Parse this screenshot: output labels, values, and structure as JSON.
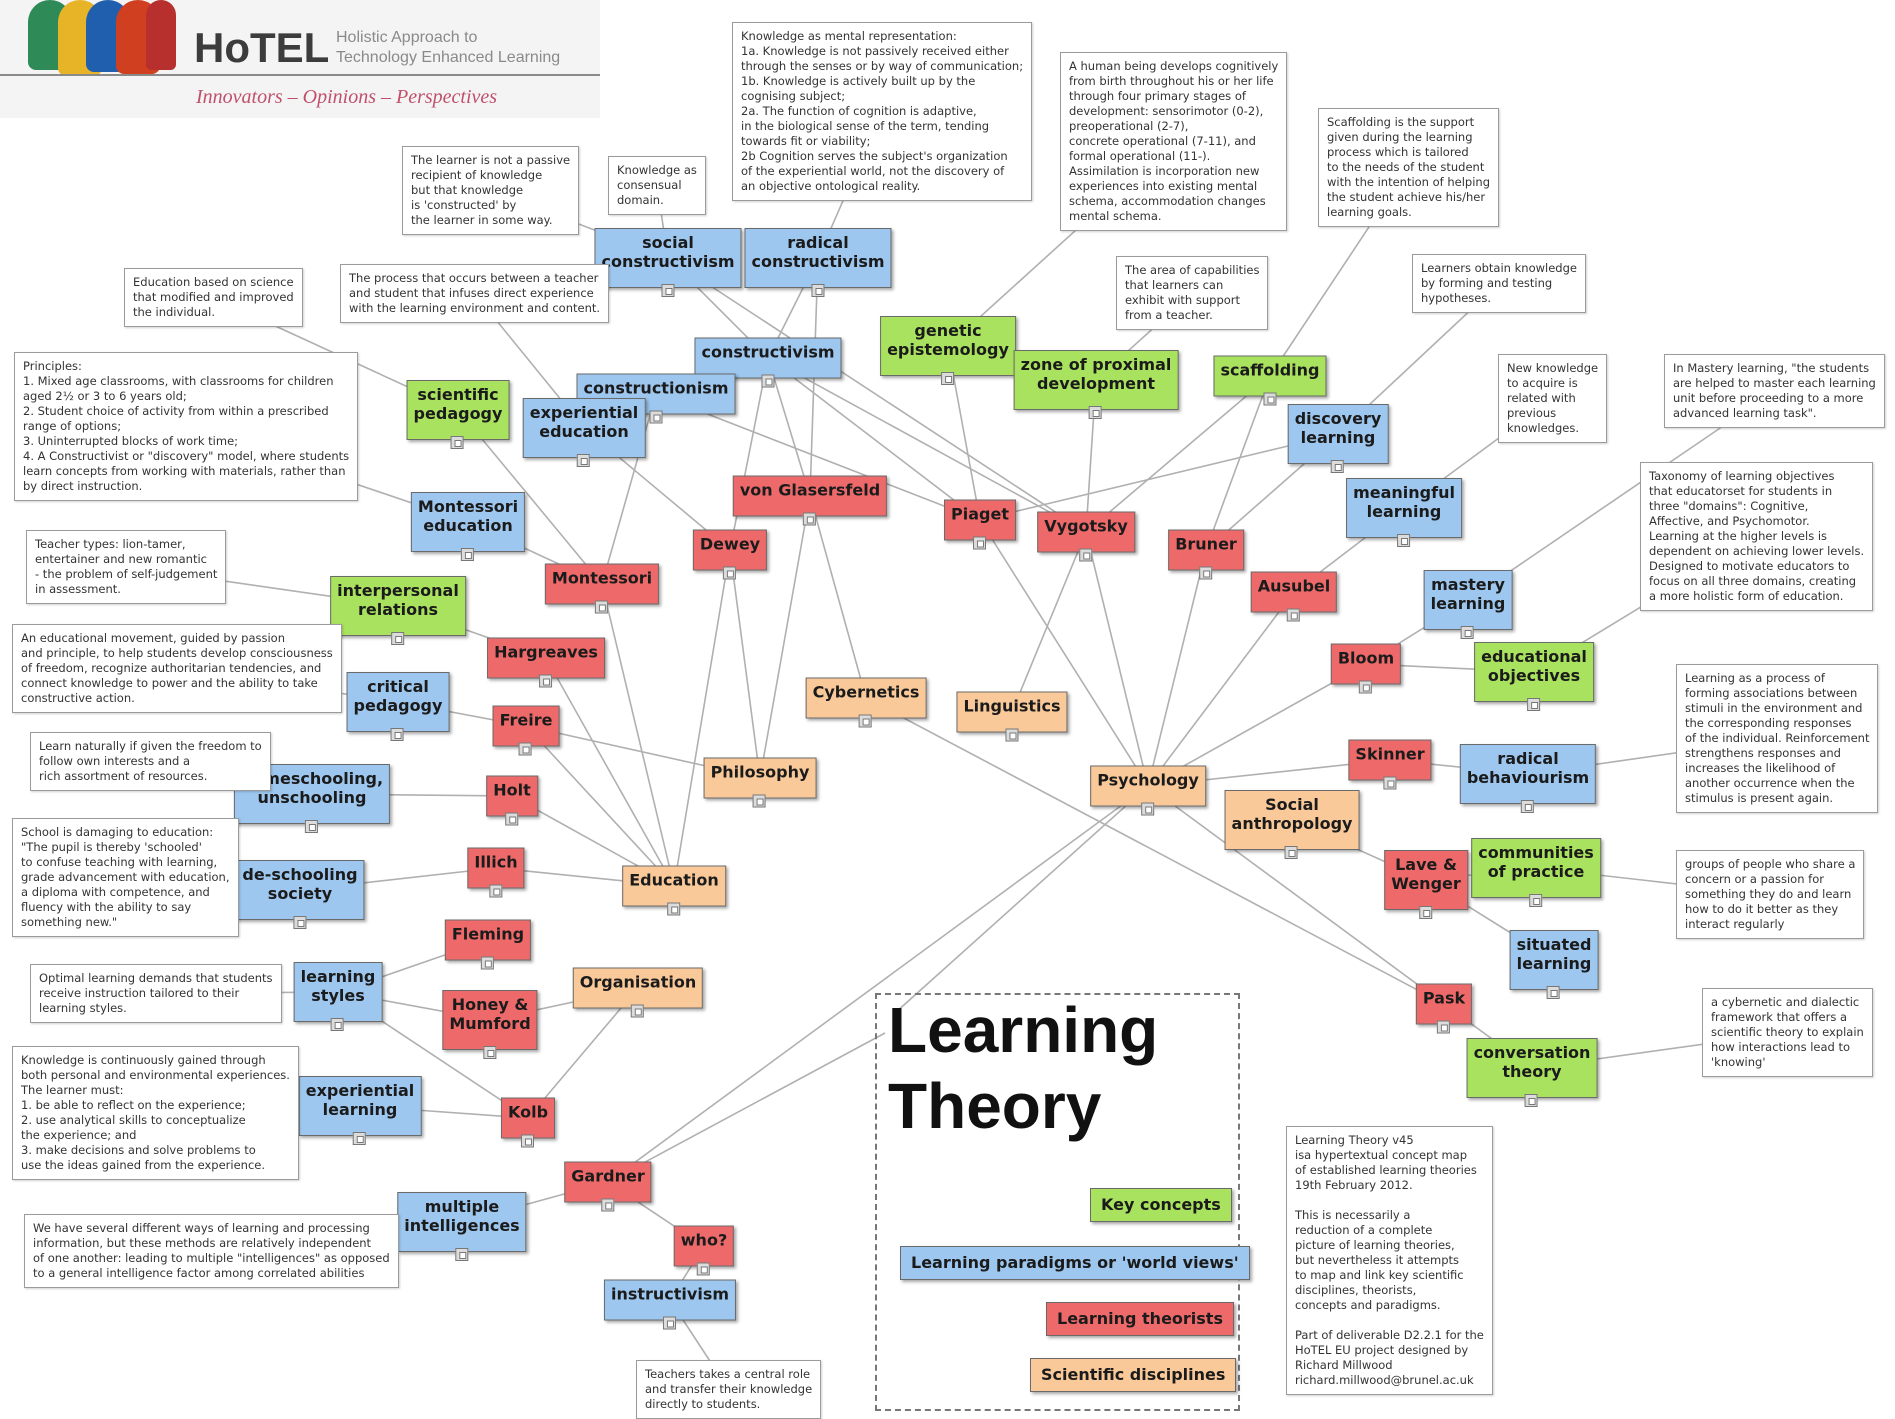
{
  "header": {
    "logo_text": "HoTEL",
    "logo_subtitle": "Holistic Approach to\nTechnology Enhanced Learning",
    "tagline": "Innovators – Opinions – Perspectives"
  },
  "map_title": "Learning\nTheory",
  "legend": [
    {
      "label": "Key concepts",
      "color": "#a9e25e"
    },
    {
      "label": "Learning paradigms or 'world views'",
      "color": "#9dc7ef"
    },
    {
      "label": "Learning theorists",
      "color": "#ee6a6a"
    },
    {
      "label": "Scientific disciplines",
      "color": "#f9c99a"
    }
  ],
  "colors": {
    "paradigm": "#9dc7ef",
    "concept": "#a9e25e",
    "theorist": "#ee6a6a",
    "discipline": "#f9c99a",
    "link_line": "#b0b0b0"
  },
  "nodes": [
    {
      "id": "social-constructivism",
      "label": "social\nconstructivism",
      "category": "paradigm"
    },
    {
      "id": "radical-constructivism",
      "label": "radical\nconstructivism",
      "category": "paradigm"
    },
    {
      "id": "constructivism",
      "label": "constructivism",
      "category": "paradigm"
    },
    {
      "id": "constructionism",
      "label": "constructionism",
      "category": "paradigm"
    },
    {
      "id": "experiential-education",
      "label": "experiential\neducation",
      "category": "paradigm"
    },
    {
      "id": "scientific-pedagogy",
      "label": "scientific\npedagogy",
      "category": "concept"
    },
    {
      "id": "genetic-epistemology",
      "label": "genetic\nepistemology",
      "category": "concept"
    },
    {
      "id": "zone-of-proximal-development",
      "label": "zone of proximal\ndevelopment",
      "category": "concept"
    },
    {
      "id": "scaffolding",
      "label": "scaffolding",
      "category": "concept"
    },
    {
      "id": "discovery-learning",
      "label": "discovery\nlearning",
      "category": "paradigm"
    },
    {
      "id": "meaningful-learning",
      "label": "meaningful\nlearning",
      "category": "paradigm"
    },
    {
      "id": "mastery-learning",
      "label": "mastery\nlearning",
      "category": "paradigm"
    },
    {
      "id": "educational-objectives",
      "label": "educational\nobjectives",
      "category": "concept"
    },
    {
      "id": "radical-behaviourism",
      "label": "radical\nbehaviourism",
      "category": "paradigm"
    },
    {
      "id": "communities-of-practice",
      "label": "communities\nof practice",
      "category": "concept"
    },
    {
      "id": "situated-learning",
      "label": "situated\nlearning",
      "category": "paradigm"
    },
    {
      "id": "conversation-theory",
      "label": "conversation\ntheory",
      "category": "concept"
    },
    {
      "id": "montessori-education",
      "label": "Montessori\neducation",
      "category": "paradigm"
    },
    {
      "id": "interpersonal-relations",
      "label": "interpersonal\nrelations",
      "category": "concept"
    },
    {
      "id": "critical-pedagogy",
      "label": "critical\npedagogy",
      "category": "paradigm"
    },
    {
      "id": "homeschooling",
      "label": "homeschooling,\nunschooling",
      "category": "paradigm"
    },
    {
      "id": "de-schooling-society",
      "label": "de-schooling\nsociety",
      "category": "paradigm"
    },
    {
      "id": "learning-styles",
      "label": "learning\nstyles",
      "category": "paradigm"
    },
    {
      "id": "experiential-learning",
      "label": "experiential\nlearning",
      "category": "paradigm"
    },
    {
      "id": "multiple-intelligences",
      "label": "multiple\nintelligences",
      "category": "paradigm"
    },
    {
      "id": "instructivism",
      "label": "instructivism",
      "category": "paradigm"
    },
    {
      "id": "von-glasersfeld",
      "label": "von Glasersfeld",
      "category": "theorist"
    },
    {
      "id": "piaget",
      "label": "Piaget",
      "category": "theorist"
    },
    {
      "id": "vygotsky",
      "label": "Vygotsky",
      "category": "theorist"
    },
    {
      "id": "bruner",
      "label": "Bruner",
      "category": "theorist"
    },
    {
      "id": "ausubel",
      "label": "Ausubel",
      "category": "theorist"
    },
    {
      "id": "bloom",
      "label": "Bloom",
      "category": "theorist"
    },
    {
      "id": "skinner",
      "label": "Skinner",
      "category": "theorist"
    },
    {
      "id": "lave-wenger",
      "label": "Lave &\nWenger",
      "category": "theorist"
    },
    {
      "id": "pask",
      "label": "Pask",
      "category": "theorist"
    },
    {
      "id": "dewey",
      "label": "Dewey",
      "category": "theorist"
    },
    {
      "id": "montessori",
      "label": "Montessori",
      "category": "theorist"
    },
    {
      "id": "hargreaves",
      "label": "Hargreaves",
      "category": "theorist"
    },
    {
      "id": "freire",
      "label": "Freire",
      "category": "theorist"
    },
    {
      "id": "holt",
      "label": "Holt",
      "category": "theorist"
    },
    {
      "id": "illich",
      "label": "Illich",
      "category": "theorist"
    },
    {
      "id": "fleming",
      "label": "Fleming",
      "category": "theorist"
    },
    {
      "id": "honey-mumford",
      "label": "Honey &\nMumford",
      "category": "theorist"
    },
    {
      "id": "kolb",
      "label": "Kolb",
      "category": "theorist"
    },
    {
      "id": "gardner",
      "label": "Gardner",
      "category": "theorist"
    },
    {
      "id": "who",
      "label": "who?",
      "category": "theorist"
    },
    {
      "id": "cybernetics",
      "label": "Cybernetics",
      "category": "discipline"
    },
    {
      "id": "linguistics",
      "label": "Linguistics",
      "category": "discipline"
    },
    {
      "id": "philosophy",
      "label": "Philosophy",
      "category": "discipline"
    },
    {
      "id": "psychology",
      "label": "Psychology",
      "category": "discipline"
    },
    {
      "id": "social-anthropology",
      "label": "Social\nanthropology",
      "category": "discipline"
    },
    {
      "id": "education",
      "label": "Education",
      "category": "discipline"
    },
    {
      "id": "organisation",
      "label": "Organisation",
      "category": "discipline"
    }
  ],
  "notes": [
    {
      "id": "note-knowledge-mental",
      "text": "Knowledge as mental representation:\n1a. Knowledge is not passively received either\nthrough the senses or by way of communication;\n1b. Knowledge is actively built up by the\ncognising subject;\n2a. The function of cognition is adaptive,\nin the biological sense of the term, tending\ntowards fit or viability;\n2b Cognition serves the subject's organization\nof the experiential world, not the discovery of\nan objective ontological reality."
    },
    {
      "id": "note-learner-passive",
      "text": "The learner is not a passive\nrecipient of knowledge\nbut that knowledge\nis 'constructed' by\nthe learner in some way."
    },
    {
      "id": "note-knowledge-consensual",
      "text": "Knowledge as\nconsensual\ndomain."
    },
    {
      "id": "note-piaget",
      "text": "A human being develops cognitively\nfrom birth throughout his or her life\nthrough four primary stages of\ndevelopment: sensorimotor (0-2),\npreoperational (2-7),\nconcrete operational (7-11), and\nformal operational (11-).\nAssimilation is incorporation new\nexperiences into existing mental\nschema, accommodation changes\nmental schema."
    },
    {
      "id": "note-scaffolding",
      "text": "Scaffolding is the support\ngiven during the learning\nprocess which is tailored\nto the needs of the student\nwith the intention of helping\nthe student achieve his/her\nlearning goals."
    },
    {
      "id": "note-education-science",
      "text": "Education based on science\nthat modified and improved\nthe individual."
    },
    {
      "id": "note-teacher-student",
      "text": "The process that occurs between a teacher\nand student that infuses direct experience\nwith the learning environment and content."
    },
    {
      "id": "note-zpd",
      "text": "The area of capabilities\nthat learners can\nexhibit with support\nfrom a teacher."
    },
    {
      "id": "note-discovery",
      "text": "Learners obtain knowledge\nby forming and testing\nhypotheses."
    },
    {
      "id": "note-principles",
      "text": "Principles:\n1. Mixed age classrooms, with classrooms for children\naged 2½ or 3 to 6 years old;\n2. Student choice of activity from within a prescribed\nrange of options;\n3. Uninterrupted blocks of work time;\n4. A Constructivist or \"discovery\" model, where students\nlearn concepts from working with materials, rather than\nby direct instruction."
    },
    {
      "id": "note-meaningful",
      "text": "New knowledge\nto acquire is\nrelated with\nprevious\nknowledges."
    },
    {
      "id": "note-mastery",
      "text": "In Mastery learning, \"the students\nare helped to master each learning\nunit before proceeding to a more\nadvanced learning task\"."
    },
    {
      "id": "note-teacher-types",
      "text": "Teacher types: lion-tamer,\nentertainer and new romantic\n - the problem of self-judgement\nin assessment."
    },
    {
      "id": "note-taxonomy",
      "text": "Taxonomy of learning objectives\nthat educatorset for students in\nthree \"domains\": Cognitive,\nAffective, and Psychomotor.\nLearning at the higher levels is\ndependent on achieving lower levels.\nDesigned to motivate educators to\nfocus on all three domains, creating\na more holistic form of education."
    },
    {
      "id": "note-movement",
      "text": "An educational movement, guided by passion\nand principle, to help students develop consciousness\nof freedom, recognize authoritarian tendencies, and\nconnect knowledge to power and the ability to take\nconstructive action."
    },
    {
      "id": "note-learn-naturally",
      "text": "Learn naturally if given the freedom to\nfollow own interests and a\nrich assortment of resources."
    },
    {
      "id": "note-behaviourism",
      "text": "Learning as a process of\nforming associations between\nstimuli in the environment and\nthe corresponding responses\nof the individual. Reinforcement\nstrengthens responses and\nincreases the likelihood of\nanother occurrence when the\nstimulus is present again."
    },
    {
      "id": "note-school-damaging",
      "text": "School is damaging to education:\n\"The pupil is thereby 'schooled'\nto confuse teaching with learning,\ngrade advancement with education,\na diploma with competence, and\nfluency with the ability to say\nsomething new.\""
    },
    {
      "id": "note-communities",
      "text": "groups of people who share a\nconcern or a passion for\nsomething they do and learn\nhow to do it better as they\ninteract regularly"
    },
    {
      "id": "note-optimal-learning",
      "text": "Optimal learning demands that students\nreceive instruction tailored to their\nlearning styles."
    },
    {
      "id": "note-cybernetic",
      "text": "a cybernetic and dialectic\nframework that offers a\nscientific theory to explain\nhow interactions lead to\n'knowing'"
    },
    {
      "id": "note-kolb",
      "text": "Knowledge is continuously gained through\nboth personal and environmental experiences.\nThe learner must:\n1. be able to reflect on the experience;\n2. use analytical skills to conceptualize\nthe experience; and\n3. make decisions and solve problems to\nuse the ideas gained from the experience."
    },
    {
      "id": "note-about",
      "text": "Learning Theory v45\nisa hypertextual concept map\nof established learning theories\n19th February 2012.\n\nThis is necessarily a\nreduction of a complete\npicture of learning theories,\nbut nevertheless it attempts\nto map and link key scientific\ndisciplines, theorists,\nconcepts and paradigms.\n\nPart of deliverable D2.2.1 for the\nHoTEL EU project designed by\nRichard Millwood\nrichard.millwood@brunel.ac.uk"
    },
    {
      "id": "note-gardner",
      "text": "We have several different ways of learning and processing\ninformation, but these methods are relatively independent\nof one another: leading to multiple \"intelligences\" as opposed\nto a general intelligence factor among correlated abilities"
    },
    {
      "id": "note-instructivism",
      "text": "Teachers takes a central role\nand transfer their knowledge\ndirectly to students."
    }
  ],
  "links": [
    [
      "note-learner-passive",
      "social-constructivism"
    ],
    [
      "note-knowledge-consensual",
      "social-constructivism"
    ],
    [
      "note-knowledge-mental",
      "radical-constructivism"
    ],
    [
      "note-piaget",
      "genetic-epistemology"
    ],
    [
      "note-scaffolding",
      "scaffolding"
    ],
    [
      "note-education-science",
      "scientific-pedagogy"
    ],
    [
      "note-teacher-student",
      "experiential-education"
    ],
    [
      "note-zpd",
      "zone-of-proximal-development"
    ],
    [
      "note-discovery",
      "discovery-learning"
    ],
    [
      "note-meaningful",
      "meaningful-learning"
    ],
    [
      "note-mastery",
      "mastery-learning"
    ],
    [
      "note-taxonomy",
      "educational-objectives"
    ],
    [
      "note-teacher-types",
      "interpersonal-relations"
    ],
    [
      "note-movement",
      "critical-pedagogy"
    ],
    [
      "note-learn-naturally",
      "homeschooling"
    ],
    [
      "note-behaviourism",
      "radical-behaviourism"
    ],
    [
      "note-school-damaging",
      "de-schooling-society"
    ],
    [
      "note-communities",
      "communities-of-practice"
    ],
    [
      "note-optimal-learning",
      "learning-styles"
    ],
    [
      "note-cybernetic",
      "conversation-theory"
    ],
    [
      "note-kolb",
      "experiential-learning"
    ],
    [
      "note-gardner",
      "multiple-intelligences"
    ],
    [
      "note-instructivism",
      "instructivism"
    ],
    [
      "note-principles",
      "montessori-education"
    ],
    [
      "social-constructivism",
      "constructivism"
    ],
    [
      "radical-constructivism",
      "constructivism"
    ],
    [
      "social-constructivism",
      "vygotsky"
    ],
    [
      "radical-constructivism",
      "von-glasersfeld"
    ],
    [
      "constructivism",
      "piaget"
    ],
    [
      "constructivism",
      "vygotsky"
    ],
    [
      "constructivism",
      "dewey"
    ],
    [
      "constructivism",
      "von-glasersfeld"
    ],
    [
      "constructionism",
      "montessori"
    ],
    [
      "constructionism",
      "piaget"
    ],
    [
      "experiential-education",
      "dewey"
    ],
    [
      "scientific-pedagogy",
      "montessori"
    ],
    [
      "montessori-education",
      "montessori"
    ],
    [
      "interpersonal-relations",
      "hargreaves"
    ],
    [
      "genetic-epistemology",
      "piaget"
    ],
    [
      "zone-of-proximal-development",
      "vygotsky"
    ],
    [
      "scaffolding",
      "bruner"
    ],
    [
      "scaffolding",
      "vygotsky"
    ],
    [
      "discovery-learning",
      "bruner"
    ],
    [
      "discovery-learning",
      "piaget"
    ],
    [
      "meaningful-learning",
      "ausubel"
    ],
    [
      "mastery-learning",
      "bloom"
    ],
    [
      "educational-objectives",
      "bloom"
    ],
    [
      "radical-behaviourism",
      "skinner"
    ],
    [
      "communities-of-practice",
      "lave-wenger"
    ],
    [
      "situated-learning",
      "lave-wenger"
    ],
    [
      "conversation-theory",
      "pask"
    ],
    [
      "critical-pedagogy",
      "freire"
    ],
    [
      "homeschooling",
      "holt"
    ],
    [
      "de-schooling-society",
      "illich"
    ],
    [
      "learning-styles",
      "fleming"
    ],
    [
      "learning-styles",
      "honey-mumford"
    ],
    [
      "learning-styles",
      "kolb"
    ],
    [
      "experiential-learning",
      "kolb"
    ],
    [
      "multiple-intelligences",
      "gardner"
    ],
    [
      "von-glasersfeld",
      "philosophy"
    ],
    [
      "von-glasersfeld",
      "cybernetics"
    ],
    [
      "dewey",
      "philosophy"
    ],
    [
      "dewey",
      "education"
    ],
    [
      "montessori",
      "education"
    ],
    [
      "hargreaves",
      "education"
    ],
    [
      "freire",
      "education"
    ],
    [
      "freire",
      "philosophy"
    ],
    [
      "holt",
      "education"
    ],
    [
      "illich",
      "education"
    ],
    [
      "piaget",
      "psychology"
    ],
    [
      "vygotsky",
      "psychology"
    ],
    [
      "vygotsky",
      "linguistics"
    ],
    [
      "bruner",
      "psychology"
    ],
    [
      "ausubel",
      "psychology"
    ],
    [
      "bloom",
      "psychology"
    ],
    [
      "skinner",
      "psychology"
    ],
    [
      "lave-wenger",
      "social-anthropology"
    ],
    [
      "pask",
      "cybernetics"
    ],
    [
      "pask",
      "psychology"
    ],
    [
      "kolb",
      "organisation"
    ],
    [
      "honey-mumford",
      "organisation"
    ],
    [
      "gardner",
      "psychology"
    ],
    [
      "gardner",
      "who"
    ],
    [
      "who",
      "instructivism"
    ]
  ]
}
